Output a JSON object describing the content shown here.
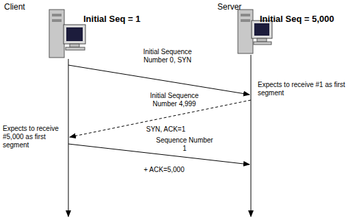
{
  "diagram": {
    "labels": [
      "Client",
      "Initial Seq = 1",
      "Server",
      "Initial Seq = 5,000",
      "Initial Sequence Number 0, SYN",
      "Expects to receive #1 as first segment",
      "Initial Sequence Number 4,999",
      "SYN, ACK=1",
      "Expects to receive #5,000 as first segment",
      "Sequence Number 1",
      "+ ACK=5,000"
    ]
  }
}
